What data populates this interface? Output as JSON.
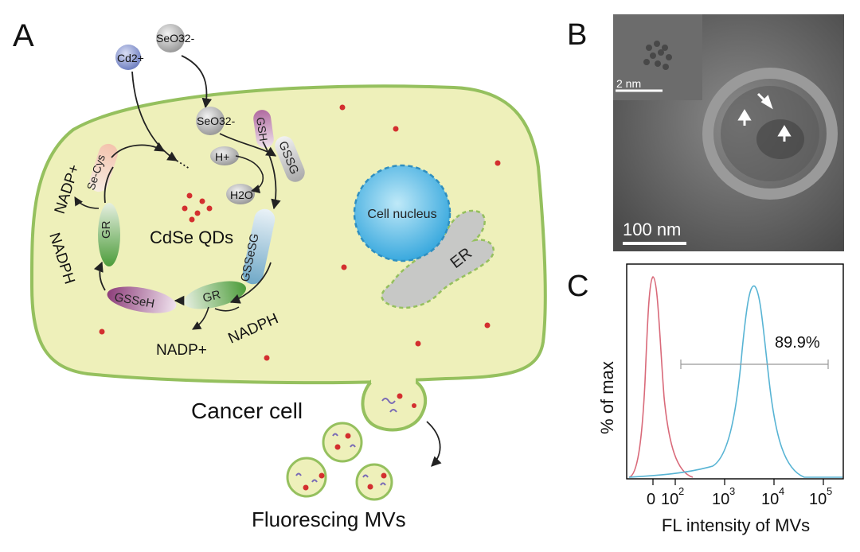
{
  "panel_a": {
    "panel_label": "A",
    "ions": {
      "cd": "Cd2+",
      "seo3_out": "SeO32-",
      "seo3_in": "SeO32-"
    },
    "gsh": "GSH",
    "gssg": "GSSG",
    "h_plus": "H+",
    "h2o": "H2O",
    "se_cys": "Se-Cys",
    "qds": "CdSe QDs",
    "gr_left": "GR",
    "gr_bottom": "GR",
    "gssesg": "GSSeSG",
    "gsseh": "GSSeH",
    "nadp_left": "NADP+",
    "nadph_left": "NADPH",
    "nadp_bottom": "NADP+",
    "nadph_bottom": "NADPH",
    "nucleus": "Cell nucleus",
    "er": "ER",
    "cancer_cell": "Cancer cell",
    "mvs": "Fluorescing MVs"
  },
  "panel_b": {
    "panel_label": "B",
    "inset_scale": "2 nm",
    "scale_bar": "100 nm"
  },
  "panel_c": {
    "panel_label": "C",
    "ylabel": "% of max",
    "xlabel": "FL intensity of MVs",
    "gate_label": "89.9%",
    "xticks": [
      "0",
      "10",
      "10",
      "10",
      "10"
    ],
    "xtick_exps": [
      "",
      "2",
      "3",
      "4",
      "5"
    ]
  },
  "chart_data": {
    "type": "line",
    "xlabel": "FL intensity of MVs",
    "ylabel": "% of max",
    "x_scale": "logicle",
    "x_ticks": [
      "0",
      "10^2",
      "10^3",
      "10^4",
      "10^5"
    ],
    "series": [
      {
        "color": "#d96a7a",
        "peak_x": "~0",
        "peak_y": 100
      },
      {
        "color": "#58b4d4",
        "peak_x": "~3×10^3",
        "peak_y": 90
      }
    ],
    "gate": {
      "percent": "89.9%",
      "from": "~2×10^2",
      "to": "~10^5"
    }
  },
  "colors": {
    "cell_fill": "#eef0ba",
    "cell_stroke": "#95c05e",
    "dot": "#d32f2f",
    "nucleus_fill": "#5ec1ea",
    "er_fill": "#c7c8c6",
    "gr_fill": "#55a840",
    "gsseh_fill": "#a3568a",
    "flow_red": "#d96a7a",
    "flow_blue": "#58b4d4"
  }
}
